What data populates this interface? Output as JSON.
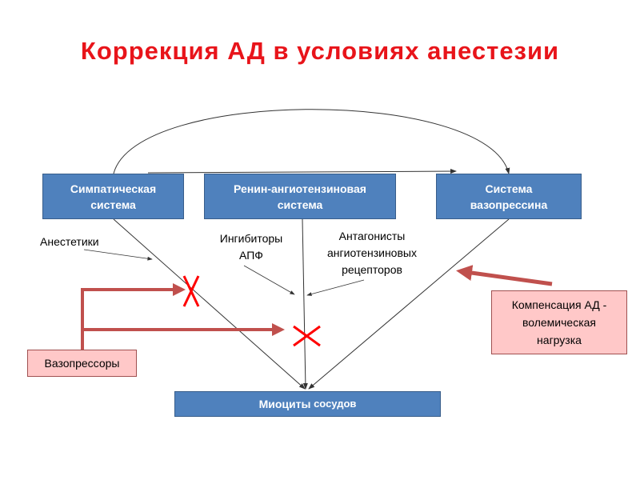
{
  "title": "Коррекция АД в условиях анестезии",
  "boxes": {
    "sympathetic": "Симпатическая\nсистема",
    "renin": "Ренин-ангиотензиновая\nсистема",
    "vasopressin": "Система\nвазопрессина",
    "myocytes_bold": "Миоциты",
    "myocytes_rest": " сосудов"
  },
  "labels": {
    "anesthetics": "Анестетики",
    "ace_inhibitors": "Ингибиторы\nАПФ",
    "antagonists": "Антагонисты\nангиотензиновых\nрецепторов"
  },
  "pink_boxes": {
    "vasopressors": "Вазопрессоры",
    "compensation": "Компенсация АД -\nволемическая\nнагрузка"
  },
  "colors": {
    "title": "#e8141a",
    "box": "#4f81bd",
    "pink": "#ffc8c8",
    "arrow": "#c0504d",
    "cross": "#ff0000"
  }
}
